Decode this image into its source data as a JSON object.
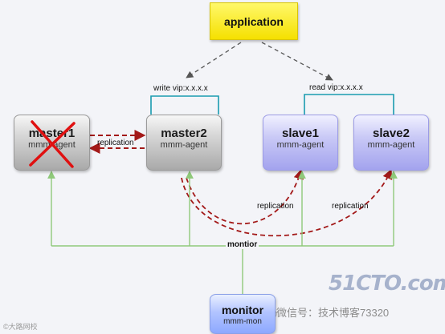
{
  "nodes": {
    "application": {
      "title": "application"
    },
    "master1": {
      "title": "master1",
      "sub": "mmm-agent"
    },
    "master2": {
      "title": "master2",
      "sub": "mmm-agent"
    },
    "slave1": {
      "title": "slave1",
      "sub": "mmm-agent"
    },
    "slave2": {
      "title": "slave2",
      "sub": "mmm-agent"
    },
    "monitor": {
      "title": "monitor",
      "sub": "mmm-mon"
    }
  },
  "labels": {
    "write_vip": "write vip:x.x.x.x",
    "read_vip": "read vip:x.x.x.x",
    "replication_master": "replication",
    "replication_slave1": "replication",
    "replication_slave2": "replication",
    "montior": "montior"
  },
  "watermark": {
    "site": "51CTO.com",
    "wechat": "微信号：技术博客73320",
    "bottom": "©大路网校"
  },
  "colors": {
    "application": "#f5e000",
    "master_gray": "#a9a9a9",
    "slave_blue": "#a3a3ee",
    "monitor_blue": "#8da8ff",
    "vip_bracket": "#1a9bb0",
    "replication_arrow": "#a31919",
    "monitor_line": "#8fc97a",
    "failure_cross": "#e01010"
  }
}
